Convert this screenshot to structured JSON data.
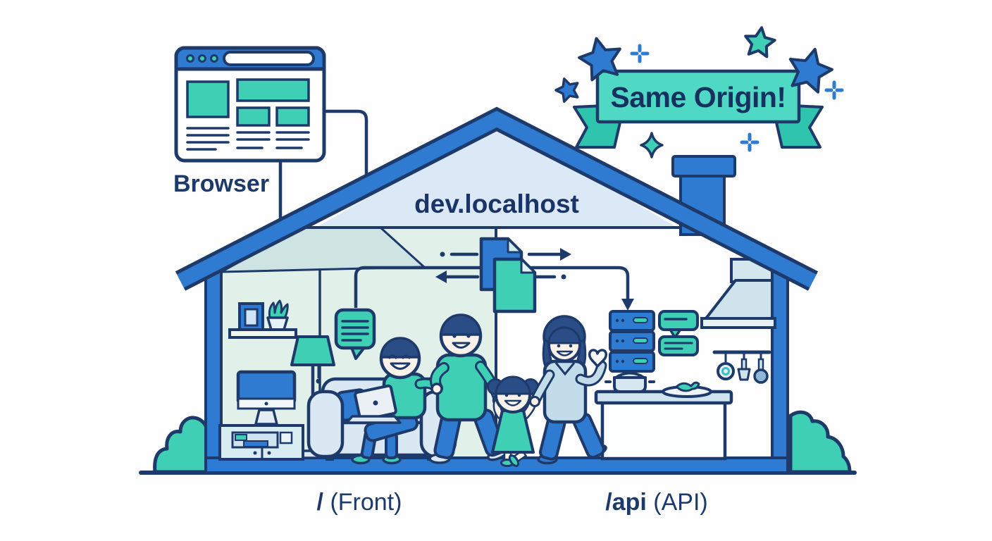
{
  "banner": {
    "text": "Same Origin!"
  },
  "browser": {
    "label": "Browser"
  },
  "house": {
    "hostname": "dev.localhost"
  },
  "rooms": {
    "front": {
      "path": "/",
      "suffix": " (Front)"
    },
    "api": {
      "path": "/api",
      "suffix": " (API)"
    }
  },
  "colors": {
    "outline_navy": "#1d3a6b",
    "primary_blue": "#2e7bd1",
    "teal": "#3ecfb4",
    "banner_teal": "#4fd9c4",
    "gable_light_blue": "#dbe9f7",
    "left_room_mint": "#e1f1ea",
    "light_furniture": "#d9e8f3",
    "mom_top_blue": "#c3dcea"
  },
  "icons": [
    "browser-window-icon",
    "document-icon-blue",
    "document-icon-teal",
    "server-rack-icon",
    "chat-bubbles-icon",
    "speech-bubble-icon",
    "heart-icon",
    "star-icon",
    "plus-sparkle-icon",
    "diamond-sparkle-icon"
  ]
}
